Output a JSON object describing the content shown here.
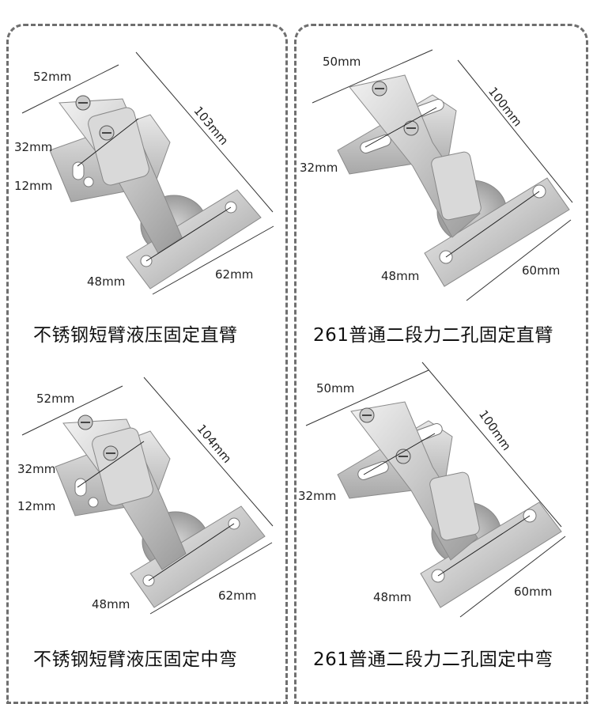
{
  "products": [
    {
      "caption": "不锈钢短臂液压固定直臂",
      "dims": {
        "width_top": "52mm",
        "length": "103mm",
        "hole_spacing": "32mm",
        "cup_hole_offset": "12mm",
        "base_holes": "48mm",
        "base_width": "62mm"
      }
    },
    {
      "caption": "261普通二段力二孔固定直臂",
      "dims": {
        "width_top": "50mm",
        "length": "100mm",
        "hole_spacing": "32mm",
        "base_holes": "48mm",
        "base_width": "60mm"
      }
    },
    {
      "caption": "不锈钢短臂液压固定中弯",
      "dims": {
        "width_top": "52mm",
        "length": "104mm",
        "hole_spacing": "32mm",
        "cup_hole_offset": "12mm",
        "base_holes": "48mm",
        "base_width": "62mm"
      }
    },
    {
      "caption": "261普通二段力二孔固定中弯",
      "dims": {
        "width_top": "50mm",
        "length": "100mm",
        "hole_spacing": "32mm",
        "base_holes": "48mm",
        "base_width": "60mm"
      }
    }
  ]
}
